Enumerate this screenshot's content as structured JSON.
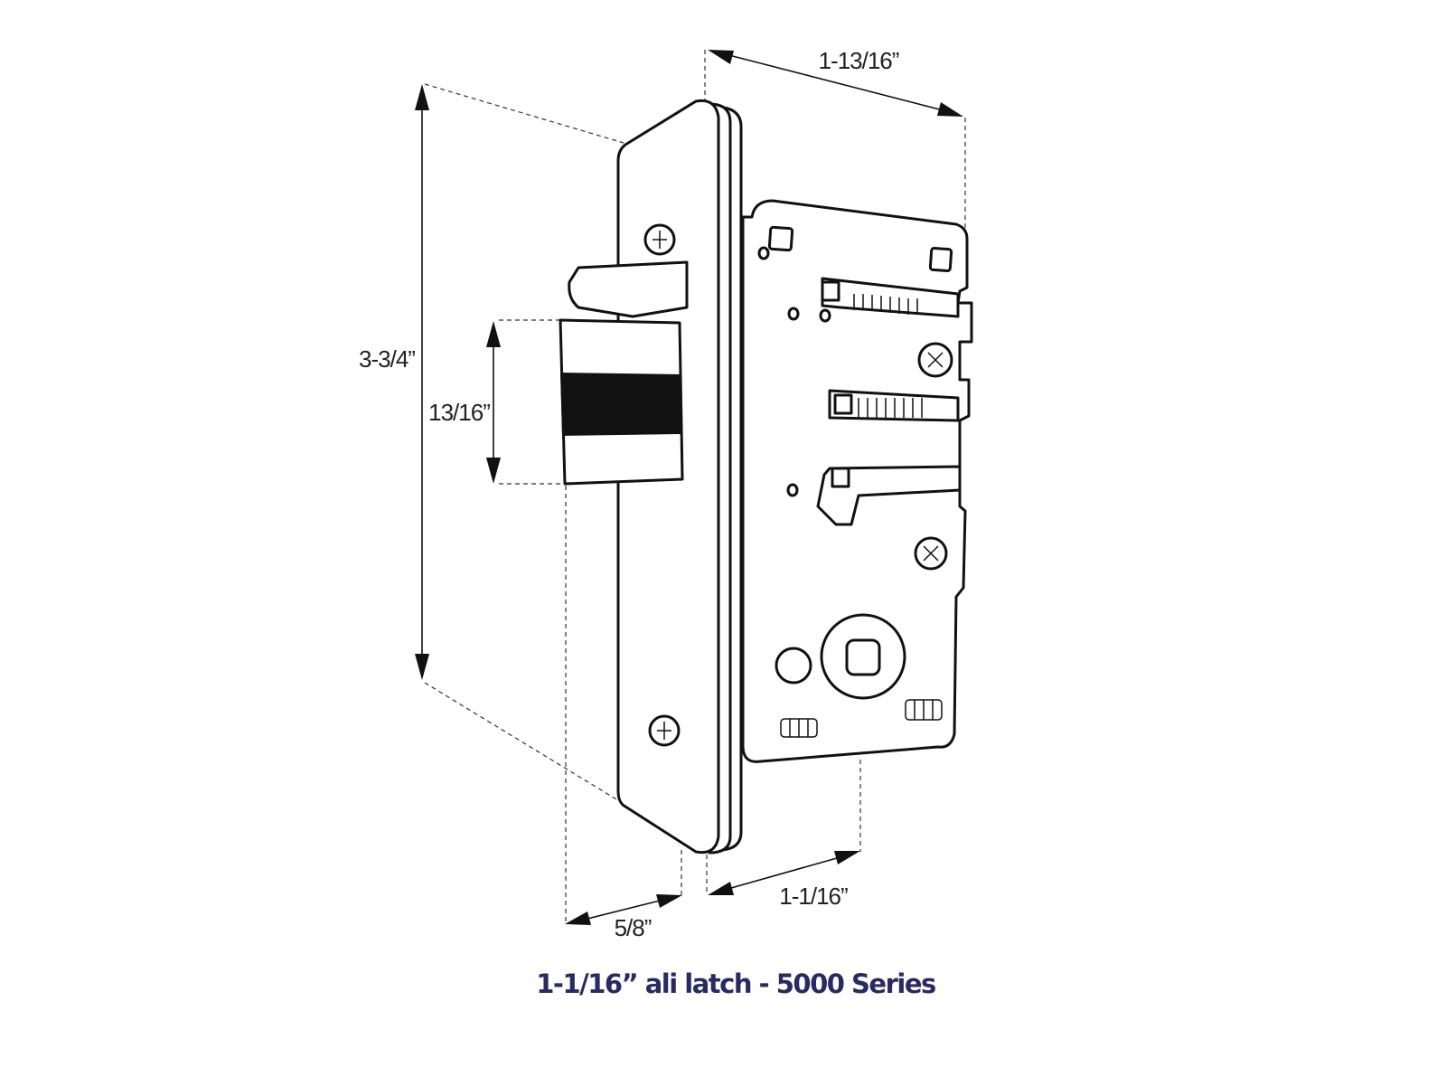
{
  "title": "1-1/16” ali latch  - 5000 Series",
  "title_color": "#2a2a63",
  "dimensions": {
    "height": "3-3/4”",
    "bolt_height": "13/16”",
    "depth": "1-13/16”",
    "backset": "1-1/16”",
    "bolt_projection": "5/8”"
  }
}
